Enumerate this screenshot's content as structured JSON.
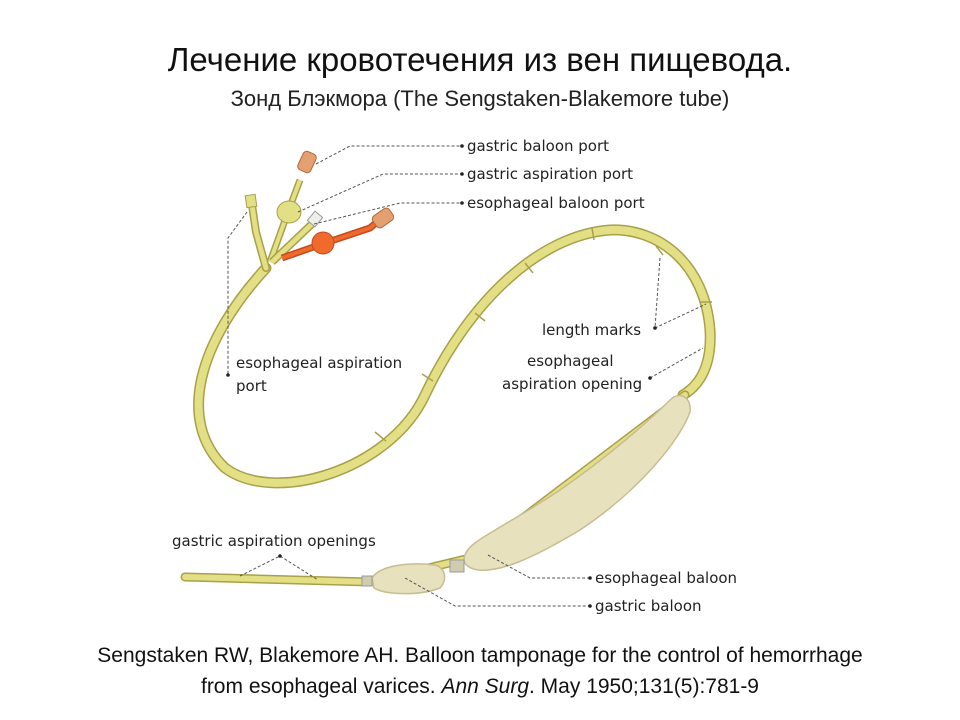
{
  "title": "Лечение кровотечения из вен пищевода.",
  "subtitle": "Зонд Блэкмора  (The Sengstaken-Blakemore tube)",
  "labels": {
    "gastric_baloon_port": "gastric baloon port",
    "gastric_aspiration_port": "gastric aspiration port",
    "esophageal_baloon_port": "esophageal baloon port",
    "length_marks": "length marks",
    "esophageal_aspiration_opening_1": "esophageal",
    "esophageal_aspiration_opening_2": "aspiration opening",
    "esophageal_aspiration_port_1": "esophageal aspiration",
    "esophageal_aspiration_port_2": "port",
    "gastric_aspiration_openings": "gastric aspiration openings",
    "esophageal_baloon": "esophageal baloon",
    "gastric_baloon": "gastric baloon"
  },
  "citation": {
    "line1": "Sengstaken RW, Blakemore AH. Balloon tamponage for the control of hemorrhage",
    "line2_pre": "from esophageal varices. ",
    "journal": "Ann Surg",
    "line2_post": ". May 1950;131(5):781-9"
  },
  "colors": {
    "tube": "#e3df84",
    "tube_edge": "#a9a04a",
    "balloon": "#e8e1bd",
    "balloon_edge": "#c7bd92",
    "esophageal_port_balloon": "#f06a2c",
    "port_cap": "#e4a070"
  }
}
